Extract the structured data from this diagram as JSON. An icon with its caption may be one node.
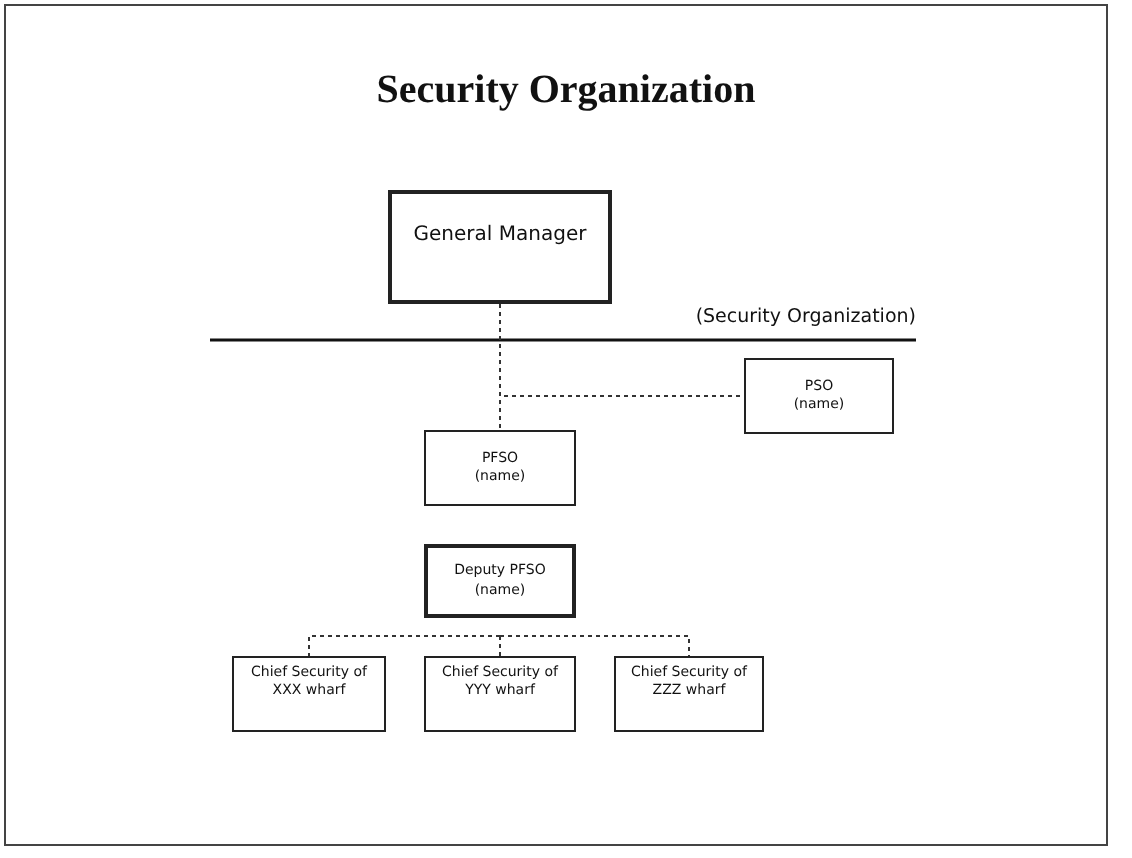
{
  "diagram": {
    "title": "Security Organization",
    "nodes": [
      {
        "text": [
          "General Manager"
        ]
      },
      {
        "text": [
          "PSO",
          "(name)"
        ]
      },
      {
        "text": [
          "PFSO",
          "(name)"
        ]
      },
      {
        "text": [
          "Deputy PFSO",
          "(name)"
        ]
      },
      {
        "text": [
          "Chief Security of XXX wharf"
        ]
      },
      {
        "text": [
          "Chief Security of YYY wharf"
        ]
      },
      {
        "text": [
          "Chief Security of ZZZ wharf"
        ]
      }
    ],
    "edges": [
      {
        "from": 0,
        "to": 2,
        "arrow": "none",
        "style": "dashed"
      },
      {
        "from": 0,
        "to": 1,
        "arrow": "none",
        "style": "dashed"
      },
      {
        "from": 3,
        "to": 4,
        "arrow": "none",
        "style": "dashed"
      },
      {
        "from": 3,
        "to": 5,
        "arrow": "none",
        "style": "dashed"
      },
      {
        "from": 3,
        "to": 6,
        "arrow": "none",
        "style": "dashed"
      }
    ],
    "labels": [
      "(Security Organization)"
    ]
  }
}
